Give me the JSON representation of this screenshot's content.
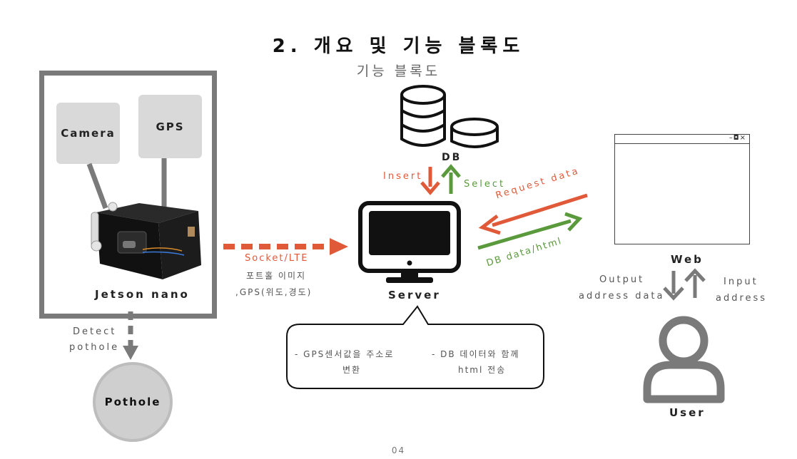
{
  "header": {
    "title": "2. 개요 및 기능 블록도",
    "subtitle": "기능 블록도"
  },
  "jetson": {
    "camera_label": "Camera",
    "gps_label": "GPS",
    "device_label": "Jetson nano"
  },
  "pothole": {
    "detect_line1": "Detect",
    "detect_line2": "pothole",
    "label": "Pothole"
  },
  "link": {
    "socket_label": "Socket/LTE",
    "payload_line1": "포트홀 이미지",
    "payload_line2": ",GPS(위도,경도)"
  },
  "db": {
    "label": "DB",
    "insert_label": "Insert",
    "select_label": "Select"
  },
  "server": {
    "label": "Server",
    "note_left_line1": "- GPS센서값을 주소로",
    "note_left_line2": "변환",
    "note_right_line1": "- DB 데이터와 함께",
    "note_right_line2": "html 전송"
  },
  "web": {
    "label": "Web",
    "window_controls": "–◘×",
    "request_label": "Request data",
    "response_label": "DB data/html"
  },
  "user": {
    "label": "User",
    "output_line1": "Output",
    "output_line2": "address data",
    "input_line1": "Input",
    "input_line2": "address"
  },
  "footer": {
    "page_number": "04"
  },
  "colors": {
    "orange": "#e05a3a",
    "green": "#5a9a3c",
    "gray": "#7a7a7a"
  }
}
